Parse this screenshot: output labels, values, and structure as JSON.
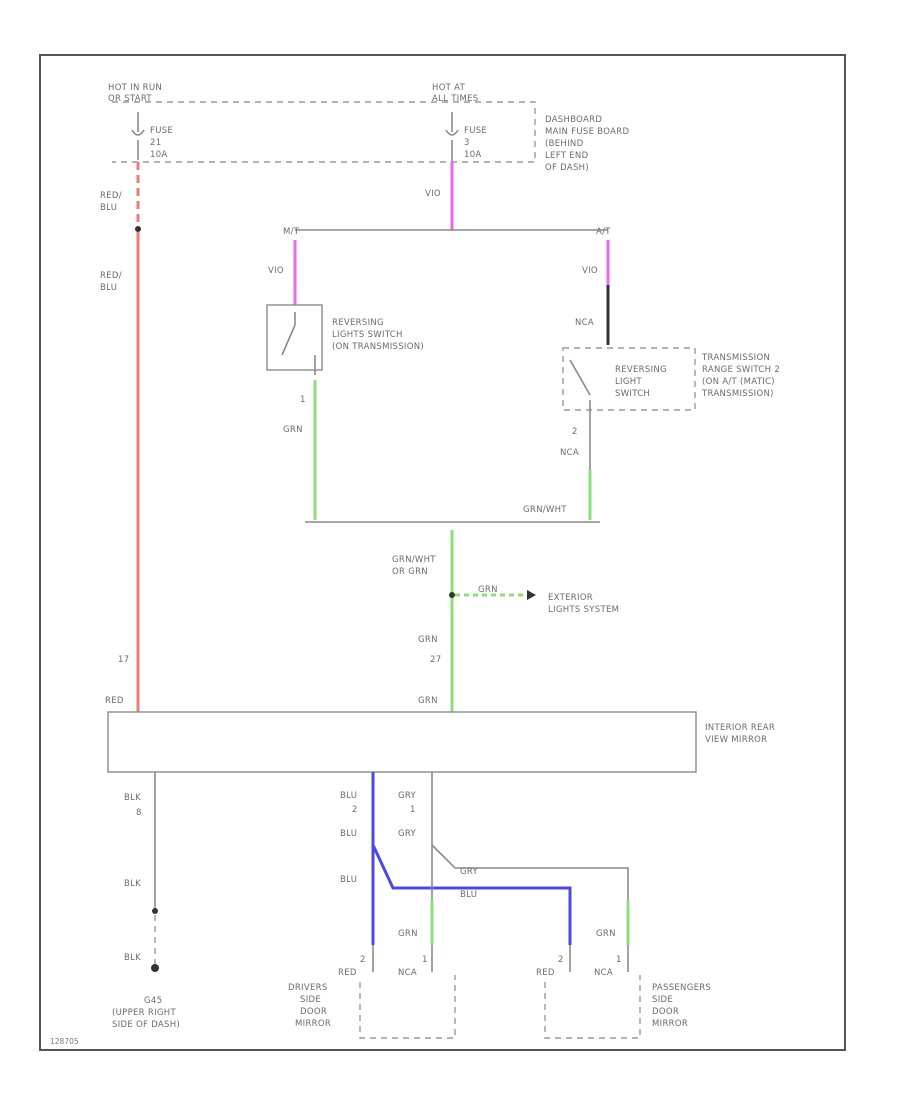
{
  "labels": {
    "hot_run_start_1": "HOT IN RUN",
    "hot_run_start_2": "OR START",
    "hot_at_1": "HOT AT",
    "hot_at_2": "ALL TIMES",
    "fuse_left_1": "FUSE",
    "fuse_left_2": "21",
    "fuse_left_3": "10A",
    "fuse_right_1": "FUSE",
    "fuse_right_2": "3",
    "fuse_right_3": "10A",
    "fuse_box_1": "DASHBOARD",
    "fuse_box_2": "MAIN FUSE BOARD",
    "fuse_box_3": "(BEHIND",
    "fuse_box_4": "LEFT END",
    "fuse_box_5": "OF DASH)",
    "red_blu_top_1": "RED/",
    "red_blu_top_2": "BLU",
    "red_blu_mid_1": "RED/",
    "red_blu_mid_2": "BLU",
    "vio_top": "VIO",
    "mt": "M/T",
    "at": "A/T",
    "vio_left": "VIO",
    "vio_right": "VIO",
    "rev_sw_1": "REVERSING",
    "rev_sw_2": "LIGHTS SWITCH",
    "rev_sw_3": "(ON TRANSMISSION)",
    "nca_top": "NCA",
    "trans_1": "TRANSMISSION",
    "trans_2": "RANGE SWITCH 2",
    "trans_3": "(ON A/T (MATIC)",
    "trans_4": "TRANSMISSION)",
    "rev_light_1": "REVERSING",
    "rev_light_2": "LIGHT",
    "rev_light_3": "SWITCH",
    "pin_1_left": "1",
    "grn_left": "GRN",
    "pin_2_right": "2",
    "nca_right": "NCA",
    "grn_wht_right": "GRN/WHT",
    "grn_wht_mid_1": "GRN/WHT",
    "grn_wht_mid_2": "OR GRN",
    "grn_branch": "GRN",
    "ext_1": "EXTERIOR",
    "ext_2": "LIGHTS SYSTEM",
    "grn_27_lbl": "GRN",
    "pin_27": "27",
    "pin_17": "17",
    "red_left": "RED",
    "grn_mirror": "GRN",
    "mirror_1": "INTERIOR REAR",
    "mirror_2": "VIEW MIRROR",
    "blk_1": "BLK",
    "pin_8": "8",
    "blu_1": "BLU",
    "pin_2": "2",
    "gry_1": "GRY",
    "pin_1": "1",
    "blu_2": "BLU",
    "gry_2": "GRY",
    "blu_3": "BLU",
    "gry_3": "GRY",
    "blu_4": "BLU",
    "blk_2": "BLK",
    "blk_3": "BLK",
    "grn_d1": "GRN",
    "grn_d2": "GRN",
    "pin_d_2": "2",
    "pin_d_1": "1",
    "pin_p_2": "2",
    "pin_p_1": "1",
    "red_d": "RED",
    "nca_d": "NCA",
    "red_p": "RED",
    "nca_p": "NCA",
    "gnd_1": "G45",
    "gnd_2": "(UPPER RIGHT",
    "gnd_3": "SIDE OF DASH)",
    "drv_1": "DRIVERS",
    "drv_2": "SIDE",
    "drv_3": "DOOR",
    "drv_4": "MIRROR",
    "pas_1": "PASSENGERS",
    "pas_2": "SIDE",
    "pas_3": "DOOR",
    "pas_4": "MIRROR",
    "footer": "128705"
  },
  "colors": {
    "red": "#f07a7a",
    "violet": "#ee66ee",
    "green": "#8ae07a",
    "blue": "#4a4ae0",
    "grey": "#8a8a8a",
    "black": "#333333"
  }
}
